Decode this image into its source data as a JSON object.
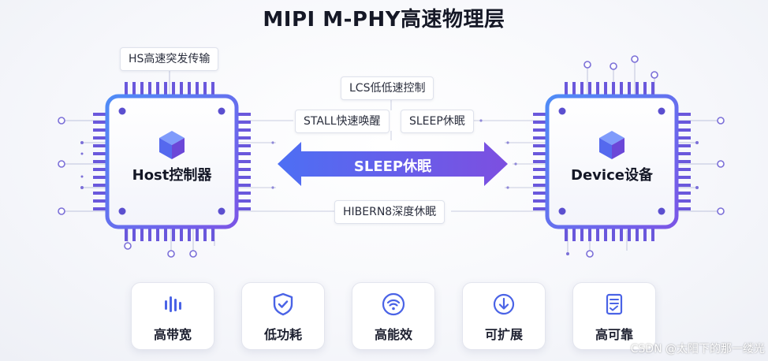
{
  "title": "MIPI M-PHY高速物理层",
  "host": {
    "label": "Host控制器"
  },
  "device": {
    "label": "Device设备"
  },
  "arrow": {
    "label": "SLEEP休眠"
  },
  "tags": {
    "hs": "HS高速突发传输",
    "lcs": "LCS低低速控制",
    "stall": "STALL快速唤醒",
    "sleep": "SLEEP休眠",
    "hibern8": "HIBERN8深度休眠"
  },
  "features": [
    {
      "label": "高带宽",
      "icon": "bar-chart-icon"
    },
    {
      "label": "低功耗",
      "icon": "shield-check-icon"
    },
    {
      "label": "高能效",
      "icon": "wifi-icon"
    },
    {
      "label": "可扩展",
      "icon": "download-circle-icon"
    },
    {
      "label": "高可靠",
      "icon": "document-check-icon"
    }
  ],
  "watermark": "CSDN @太阳下的那一缕光",
  "colors": {
    "accent": "#5b6cf0",
    "chip_border": "#5b7df5",
    "pin": "#6a55d8",
    "arrow_start": "#4f6df3",
    "arrow_end": "#7c4fe0"
  }
}
